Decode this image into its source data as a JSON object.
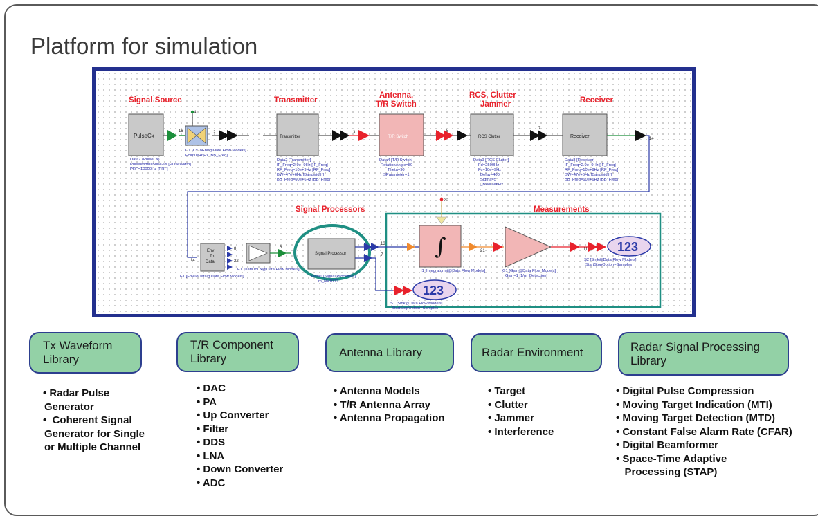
{
  "title": "Platform for simulation",
  "schematic": {
    "signal_source": {
      "label": "Signal Source",
      "block": "PulseCx",
      "ann": [
        "Data7 (PulseCx)",
        "PulseWidth=500e-9s [PulseWidth]",
        "PRF=10000Hz [PRF]"
      ]
    },
    "cxtoenv": {
      "ann": [
        "C1 [CxToEnv@Data Flow Models]",
        "Fc=60e+6Hz [BB_Freq]"
      ]
    },
    "transmitter": {
      "label": "Transmitter",
      "block": "Transmitter",
      "ann": [
        "Data2 [Transmitter]",
        "IF_Freq=2.9e+9Hz [IF_Freq]",
        "RF_Freq=10e+9Hz [RF_Freq]",
        "BW=47e+6Hz [Bandwidth]",
        "BB_Freq=60e+6Hz [BB_Freq]"
      ]
    },
    "antenna": {
      "label_line1": "Antenna,",
      "label_line2": "T/R Switch",
      "block": "T/R Switch",
      "ann": [
        "Data4 [T/R Switch]",
        "RotationAngle=80",
        "Theta=90",
        "SParameter=1"
      ]
    },
    "rcs": {
      "label_line1": "RCS, Clutter",
      "label_line2": "Jammer",
      "block": "RCS Clutter",
      "ann": [
        "Data9 [RCS Clutter]",
        "Fd=2500Hz",
        "Fc=10e+9Hz",
        "Delay=400",
        "Sigma=5",
        "C_BW=1e6Hz"
      ]
    },
    "receiver": {
      "label": "Receiver",
      "block": "Receiver",
      "ann": [
        "Data8 [Receiver]",
        "IF_Freq=2.9e+9Hz [IF_Freq]",
        "RF_Freq=10e+9Hz [RF_Freq]",
        "BW=47e+6Hz [Bandwidth]",
        "BB_Freq=60e+6Hz [BB_Freq]"
      ]
    },
    "env_to_data": {
      "block_line1": "Env",
      "block_line2": "To",
      "block_line3": "Data",
      "ann": "E1 [EnvToData@Data Flow Models]"
    },
    "data_to_cx": {
      "ann": "E1 [DataToCx@Data Flow Models]"
    },
    "signal_processors": {
      "label": "Signal Processors",
      "block": "Signal Processor",
      "ann": [
        "Data1 [Signal Processor]",
        "m_N=1000"
      ]
    },
    "measurements": {
      "label": "Measurements",
      "integrator_ann": "I1 [IntegratorInt@Data Flow Models]",
      "gain_ann": [
        "G1 [Gain@Data Flow Models]",
        "Gain=1 [1/m_Detection]"
      ],
      "sink2_ann": [
        "S2 [Sink@Data Flow Models]",
        "StartStopOption=Samples"
      ],
      "sink_value": "123"
    },
    "sink1": {
      "value": "123",
      "ann": [
        "S1 [Sink@Data Flow Models]",
        "StartStopOption=Samples"
      ]
    },
    "node_labels": [
      "4",
      "16",
      "2",
      "3",
      "5",
      "7",
      "14",
      "14",
      "8",
      "22",
      "11",
      "6",
      "13",
      "7",
      "20",
      "21",
      "11"
    ]
  },
  "categories": [
    {
      "title_line1": "Tx Waveform",
      "title_line2": "Library",
      "items": [
        "• Radar Pulse",
        "Generator",
        "•  Coherent Signal",
        "Generator for Single",
        "or Multiple Channel"
      ]
    },
    {
      "title_line1": "T/R Component",
      "title_line2": "Library",
      "items": [
        "• DAC",
        "• PA",
        "• Up Converter",
        "• Filter",
        "• DDS",
        "• LNA",
        "• Down Converter",
        "• ADC"
      ]
    },
    {
      "title_line1": "Antenna Library",
      "title_line2": "",
      "items": [
        "• Antenna Models",
        "• T/R Antenna Array",
        "• Antenna Propagation"
      ]
    },
    {
      "title_line1": "Radar Environment",
      "title_line2": "",
      "items": [
        "• Target",
        "• Clutter",
        "• Jammer",
        "• Interference"
      ]
    },
    {
      "title_line1": "Radar Signal Processing",
      "title_line2": "Library",
      "items": [
        "• Digital Pulse Compression",
        "• Moving Target Indication (MTI)",
        "• Moving Target Detection (MTD)",
        "• Constant False Alarm Rate (CFAR)",
        "• Digital Beamformer",
        "• Space-Time Adaptive",
        "   Processing (STAP)"
      ]
    }
  ],
  "colors": {
    "frame": "#23308e",
    "category_fill": "#93d1a6",
    "section_title": "#e8222c",
    "measurement_box": "#1f8f83"
  }
}
